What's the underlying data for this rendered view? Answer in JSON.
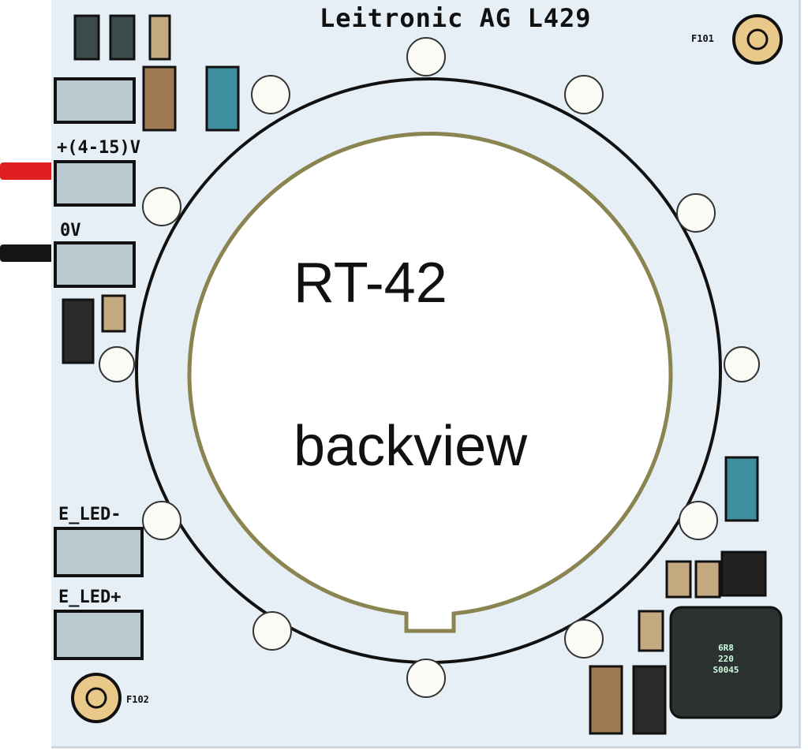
{
  "board": {
    "manufacturer_label": "Leitronic AG  L429",
    "pads": [
      {
        "label": "+(4-15)V"
      },
      {
        "label": "0V"
      },
      {
        "label": "E_LED-"
      },
      {
        "label": "E_LED+"
      }
    ],
    "fiducials": [
      "F101",
      "F102"
    ],
    "inductor_marking": [
      "6R8",
      "220",
      "S0045"
    ]
  },
  "overlay": {
    "model": "RT-42",
    "caption": "backview"
  },
  "colors": {
    "board": "#e6eef6",
    "wire_positive": "#e02020",
    "wire_ground": "#111111",
    "cutout_outline": "#8a8450",
    "pad_gold": "#e9c98a"
  }
}
